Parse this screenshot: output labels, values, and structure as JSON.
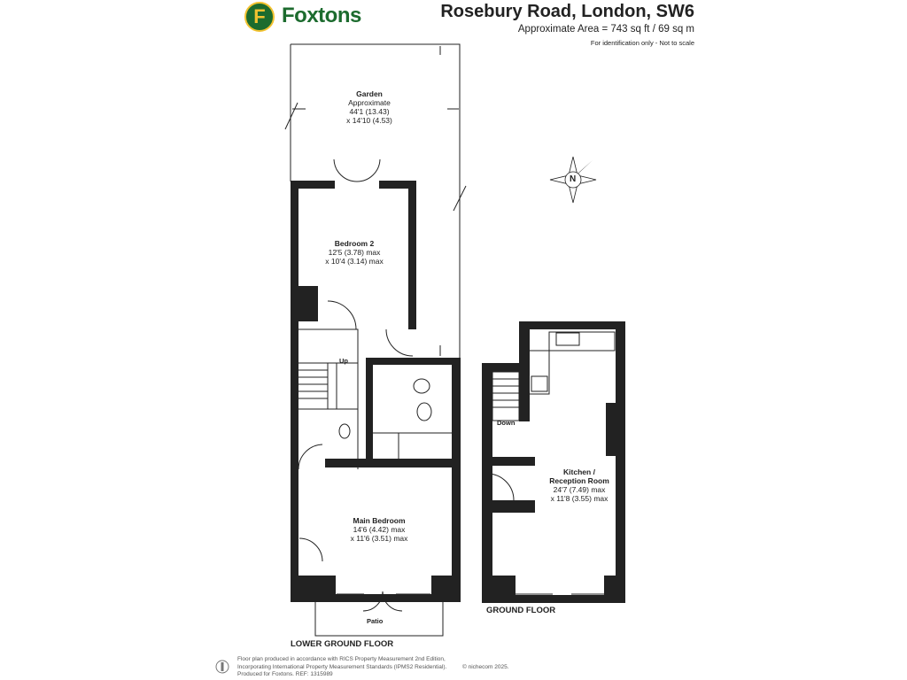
{
  "brand": {
    "name": "Foxtons",
    "badge_letter": "F",
    "green": "#1c6b2e",
    "yellow": "#f2c230"
  },
  "header": {
    "title": "Rosebury Road, London, SW6",
    "area": "Approximate Area = 743 sq ft / 69 sq m",
    "note": "For identification only - Not to scale"
  },
  "rooms": {
    "garden": {
      "name": "Garden",
      "line1": "Approximate",
      "line2": "44'1 (13.43)",
      "line3": "x 14'10 (4.53)"
    },
    "bedroom2": {
      "name": "Bedroom 2",
      "line1": "12'5 (3.78) max",
      "line2": "x 10'4 (3.14) max"
    },
    "main_bedroom": {
      "name": "Main Bedroom",
      "line1": "14'6 (4.42) max",
      "line2": "x 11'6 (3.51) max"
    },
    "kitchen": {
      "name1": "Kitchen /",
      "name2": "Reception Room",
      "line1": "24'7 (7.49) max",
      "line2": "x 11'8 (3.55) max"
    }
  },
  "labels": {
    "up": "Up",
    "down": "Down",
    "patio": "Patio",
    "compass": "N"
  },
  "floors": {
    "lower": "LOWER GROUND FLOOR",
    "ground": "GROUND FLOOR"
  },
  "footer": {
    "line1": "Floor plan produced in accordance with RICS Property Measurement 2nd Edition,",
    "line2": "Incorporating International Property Measurement Standards (IPMS2 Residential).",
    "line3": "Produced for Foxtons.   REF: 1315989",
    "copyright": "© nichecom 2025."
  }
}
